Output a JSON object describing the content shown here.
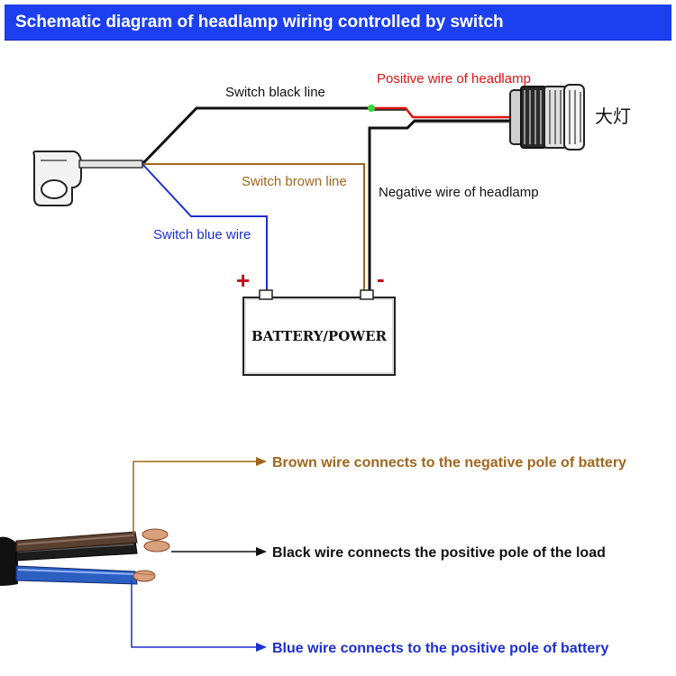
{
  "title": "Schematic diagram of headlamp wiring controlled by switch",
  "labels": {
    "switch_black_line": "Switch black line",
    "positive_wire_headlamp": "Positive wire of headlamp",
    "headlamp_cn": "大灯",
    "switch_brown_line": "Switch brown line",
    "negative_wire_headlamp": "Negative wire of headlamp",
    "switch_blue_wire": "Switch blue wire",
    "plus_sign": "+",
    "minus_sign": "-",
    "battery": "BATTERY/POWER"
  },
  "legend": {
    "brown": "Brown wire connects to the negative pole of battery",
    "black": "Black wire connects the positive pole of the load",
    "blue": "Blue wire connects to the positive pole of battery"
  },
  "colors": {
    "title_bg": "#1c3ff0",
    "brown_wire": "#a0661c",
    "blue_wire": "#1c2fd0",
    "red_wire": "#e01010",
    "black_wire": "#111111",
    "legend_brown_text": "#a0661c",
    "legend_blue_text": "#1c2fd0"
  }
}
